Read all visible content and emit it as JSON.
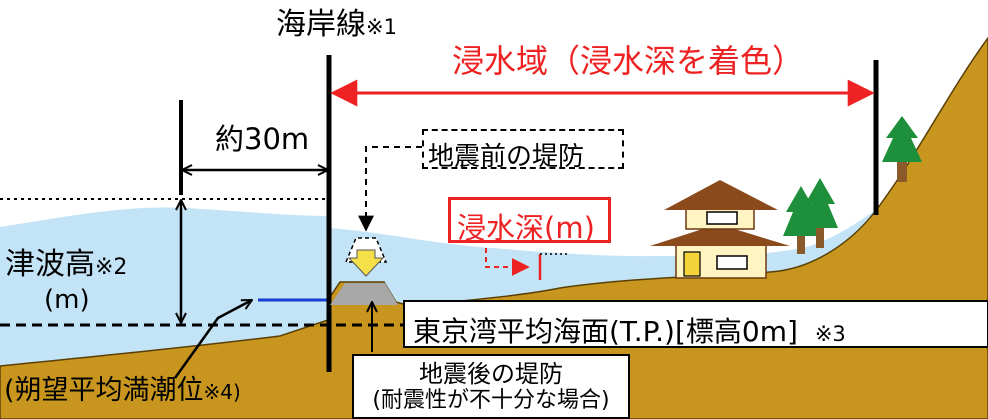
{
  "coastline_label": "海岸線",
  "coastline_note": "※1",
  "distance_label": "約30m",
  "inundation_area_label": "浸水域（浸水深を着色）",
  "dike_before_label": "地震前の堤防",
  "inundation_depth_label": "浸水深(m)",
  "tsunami_height_label": "津波高",
  "tsunami_height_note": "※2",
  "tsunami_height_unit": "(m)",
  "reference_level_label": "東京湾平均海面(T.P.)[標高0m]",
  "reference_level_note": "※3",
  "tide_label": "(朔望平均満潮位",
  "tide_note": "※4)",
  "dike_after_label_line1": "地震後の堤防",
  "dike_after_label_line2": "(耐震性が不十分な場合)",
  "colors": {
    "sea": "#c3e3f7",
    "ground": "#c8961e",
    "accent_red": "#ee2222",
    "dike_gray": "#a8a8a8",
    "tide_blue": "#1a3fd6",
    "tree_green": "#1e8f3a",
    "tree_trunk": "#8b5a2b",
    "arrow_yellow": "#f5e04a",
    "house_wall": "#fff4c2",
    "house_roof": "#8b4a1c"
  },
  "icons": [
    "house-icon",
    "tree-icon",
    "down-arrow-icon"
  ]
}
